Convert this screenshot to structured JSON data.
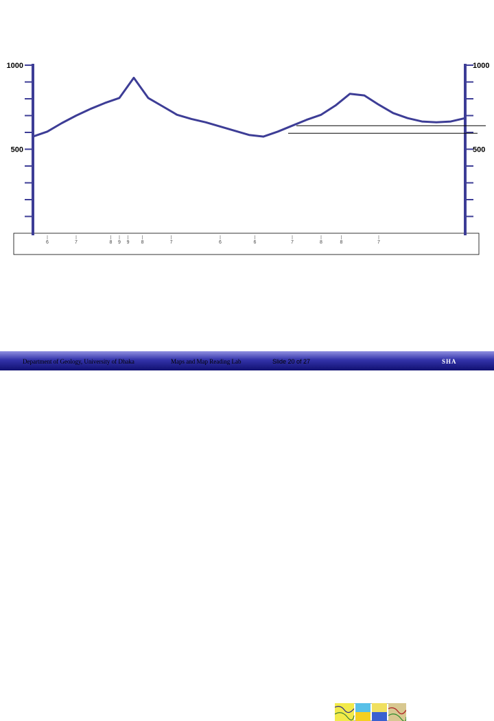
{
  "chart_data": {
    "type": "line",
    "y_axis": {
      "ylim": [
        0,
        1000
      ],
      "tick_labels": [
        "1000",
        "500"
      ],
      "tick_values": [
        1000,
        500
      ]
    },
    "x": [
      0,
      0.5,
      1,
      1.5,
      2,
      2.5,
      3,
      3.5,
      4,
      4.5,
      5,
      5.5,
      6,
      6.5,
      7,
      7.5,
      8,
      8.5,
      9,
      9.5,
      10,
      10.5,
      11,
      11.5,
      12,
      12.5,
      13,
      13.5,
      14,
      14.5,
      15
    ],
    "profile": [
      575,
      605,
      655,
      700,
      740,
      775,
      805,
      925,
      805,
      755,
      705,
      680,
      660,
      635,
      610,
      585,
      575,
      605,
      640,
      675,
      705,
      760,
      830,
      820,
      765,
      715,
      685,
      665,
      660,
      665,
      685
    ],
    "x_tick_labels": [
      {
        "x": 0.5,
        "label": "6"
      },
      {
        "x": 1.5,
        "label": "7"
      },
      {
        "x": 2.7,
        "label": "8"
      },
      {
        "x": 3.0,
        "label": "9"
      },
      {
        "x": 3.3,
        "label": "9"
      },
      {
        "x": 3.8,
        "label": "8"
      },
      {
        "x": 4.8,
        "label": "7"
      },
      {
        "x": 6.5,
        "label": "6"
      },
      {
        "x": 7.7,
        "label": "6"
      },
      {
        "x": 9.0,
        "label": "7"
      },
      {
        "x": 10.0,
        "label": "8"
      },
      {
        "x": 10.7,
        "label": "8"
      },
      {
        "x": 12.0,
        "label": "7"
      }
    ],
    "reference_lines": [
      640,
      595
    ]
  },
  "footer": {
    "department": "Department of Geology, University of Dhaka",
    "lab": "Maps and Map Reading Lab",
    "slide": "Slide 20 of 27",
    "brand": "SHA"
  }
}
